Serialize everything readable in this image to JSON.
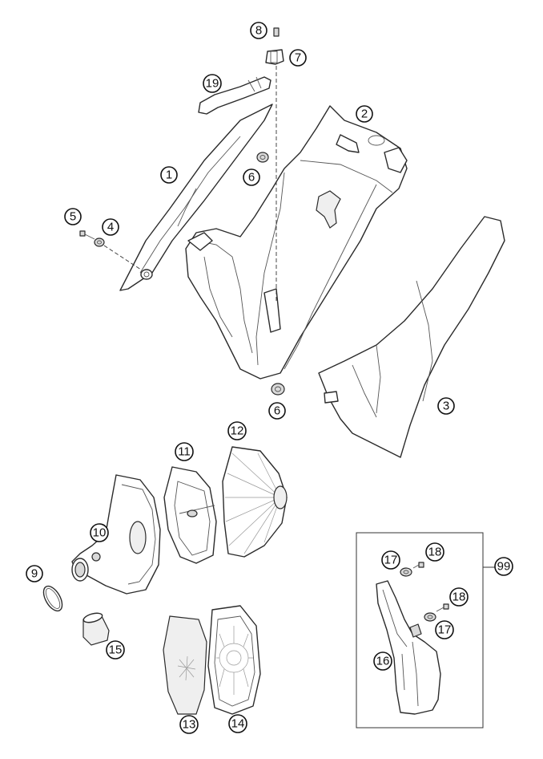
{
  "callouts": {
    "c1": "1",
    "c2": "2",
    "c3": "3",
    "c4": "4",
    "c5": "5",
    "c6a": "6",
    "c6b": "6",
    "c7": "7",
    "c8": "8",
    "c9": "9",
    "c10": "10",
    "c11": "11",
    "c12": "12",
    "c13": "13",
    "c14": "14",
    "c15": "15",
    "c16": "16",
    "c17a": "17",
    "c17b": "17",
    "c18a": "18",
    "c18b": "18",
    "c19": "19",
    "c99": "99"
  }
}
